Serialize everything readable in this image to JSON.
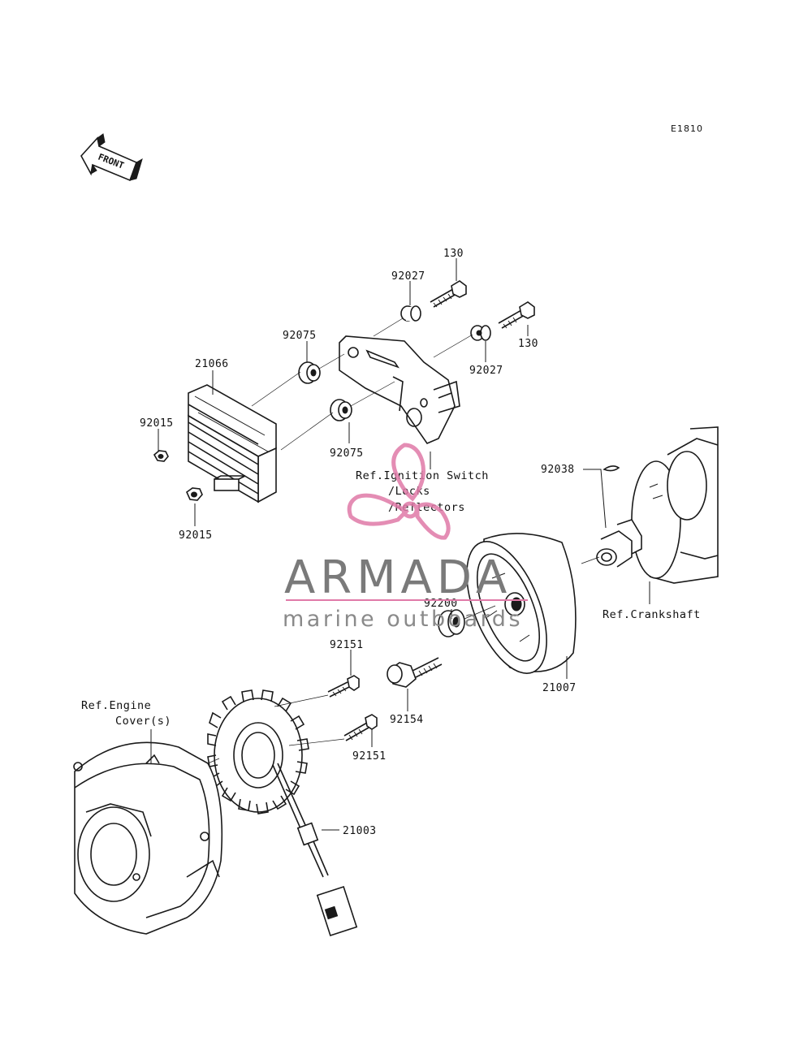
{
  "diagram": {
    "code": "E1810",
    "front_label": "FRONT",
    "parts": [
      {
        "number": "130"
      },
      {
        "number": "92027"
      },
      {
        "number": "130"
      },
      {
        "number": "92027"
      },
      {
        "number": "92075"
      },
      {
        "number": "21066"
      },
      {
        "number": "92015"
      },
      {
        "number": "92075"
      },
      {
        "number": "92015"
      },
      {
        "number": "92038"
      },
      {
        "number": "92200"
      },
      {
        "number": "92151"
      },
      {
        "number": "92154"
      },
      {
        "number": "21007"
      },
      {
        "number": "92151"
      },
      {
        "number": "21003"
      }
    ],
    "refs": {
      "ignition_line1": "Ref.Ignition Switch",
      "ignition_line2": "/Locks",
      "ignition_line3": "/Reflectors",
      "crankshaft": "Ref.Crankshaft",
      "engine_cover_line1": "Ref.Engine",
      "engine_cover_line2": "Cover(s)"
    }
  },
  "watermark": {
    "brand": "ARMADA",
    "tagline": "marine outboards",
    "accent_color": "#e07aa8",
    "gray_color": "#7a7a7a"
  }
}
